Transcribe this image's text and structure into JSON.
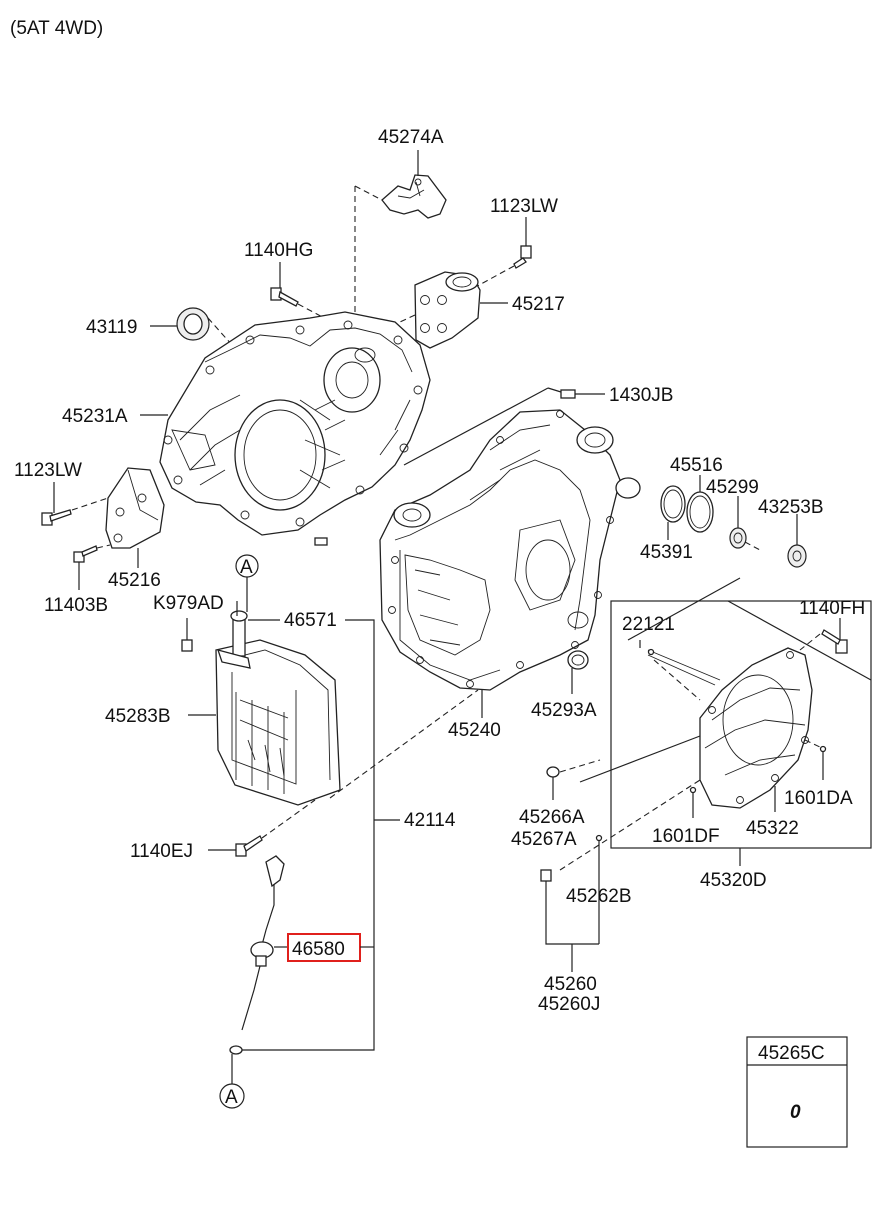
{
  "header": {
    "variant": "(5AT 4WD)"
  },
  "labels": {
    "p45274A": "45274A",
    "p1123LW_top": "1123LW",
    "p1140HG": "1140HG",
    "p45217": "45217",
    "p43119": "43119",
    "p1430JB": "1430JB",
    "p45231A": "45231A",
    "p45516": "45516",
    "p45299": "45299",
    "p1123LW_left": "1123LW",
    "p43253B": "43253B",
    "p45391": "45391",
    "p45216": "45216",
    "p11403B": "11403B",
    "pK979AD": "K979AD",
    "p46571": "46571",
    "p22121": "22121",
    "p1140FH": "1140FH",
    "p45283B": "45283B",
    "p45240": "45240",
    "p45293A": "45293A",
    "p1601DA": "1601DA",
    "p45266A": "45266A",
    "p42114": "42114",
    "p45267A": "45267A",
    "p1601DF": "1601DF",
    "p45322": "45322",
    "p1140EJ": "1140EJ",
    "p45320D": "45320D",
    "p45262B": "45262B",
    "p46580": "46580",
    "p45260": "45260",
    "p45260J": "45260J",
    "ref_top": "A",
    "ref_bottom": "A"
  },
  "legend_box": {
    "code": "45265C",
    "symbol": "0"
  },
  "highlight_color": "#e0201c"
}
